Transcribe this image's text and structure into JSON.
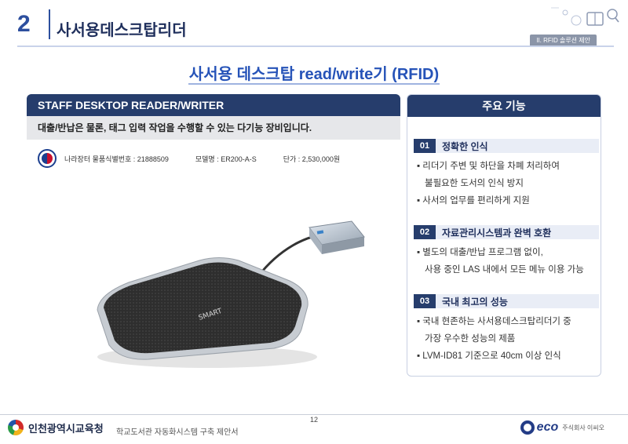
{
  "header": {
    "section_number": "2",
    "section_title": "사서용데스크탑리더",
    "badge": "II. RFID 솔루션 제안"
  },
  "page_title": "사서용 데스크탑 read/write기 (RFID)",
  "left_panel": {
    "title": "STAFF DESKTOP READER/WRITER",
    "description": "대출/반납은 물론, 태그 입력 작업을 수행할 수 있는 다기능 장비입니다.",
    "procurement_id": "나라장터 물품식별번호 : 21888509",
    "model": "모델명 : ER200-A-S",
    "price": "단가 : 2,530,000원"
  },
  "right_panel": {
    "title": "주요 기능",
    "features": [
      {
        "num": "01",
        "title": "정확한 인식",
        "lines": [
          "▪ 리더기 주변 및 하단을 차폐 처리하여",
          "불필요한 도서의 인식 방지",
          "▪ 사서의 업무를 편리하게 지원"
        ]
      },
      {
        "num": "02",
        "title": "자료관리시스템과 완벽 호환",
        "lines": [
          "▪ 별도의 대출/반납 프로그램 없이,",
          "사용 중인 LAS 내에서 모든 메뉴 이용 가능"
        ]
      },
      {
        "num": "03",
        "title": "국내 최고의 성능",
        "lines": [
          "▪ 국내 현존하는 사서용데스크탑리더기 중",
          "가장 우수한 성능의 제품",
          "▪ LVM-ID81 기준으로 40cm 이상 인식"
        ]
      }
    ]
  },
  "footer": {
    "page_number": "12",
    "org_name": "인천광역시교육청",
    "document_title": "학교도서관 자동화시스템 구축 제안서",
    "company_word": "eco",
    "company_name": "주식회사 이씨오"
  },
  "colors": {
    "primary_navy": "#263d6c",
    "title_blue": "#2653b8",
    "section_blue": "#2d4f9e"
  }
}
